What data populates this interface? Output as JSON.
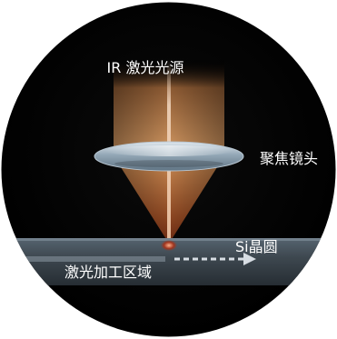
{
  "labels": {
    "source": "IR 激光光源",
    "lens": "聚焦镜头",
    "wafer": "Si晶圆",
    "zone": "激光加工区域"
  },
  "colors": {
    "background_disc": "#000000",
    "beam_top": "#c98a52",
    "beam_bottom": "#6b3214",
    "beam_core": "#f3d9c2",
    "lens_edge": "#8fa2b0",
    "wafer_band": "#3e4850",
    "focus_point": "#a0341d",
    "arrow": "#d7dde3"
  }
}
